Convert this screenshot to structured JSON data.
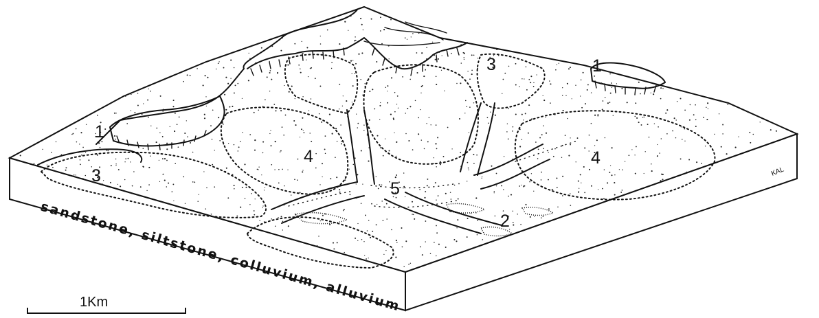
{
  "block": {
    "face_text": "sandstone, siltstone, colluvium, alluvium",
    "signature": "KAL"
  },
  "labels": [
    {
      "id": "1-left",
      "text": "1"
    },
    {
      "id": "1-right",
      "text": "1"
    },
    {
      "id": "2",
      "text": "2"
    },
    {
      "id": "3-left",
      "text": "3"
    },
    {
      "id": "3-top",
      "text": "3"
    },
    {
      "id": "4-left",
      "text": "4"
    },
    {
      "id": "4-right",
      "text": "4"
    },
    {
      "id": "5",
      "text": "5"
    }
  ],
  "scale_bar": {
    "label": "1Km"
  }
}
